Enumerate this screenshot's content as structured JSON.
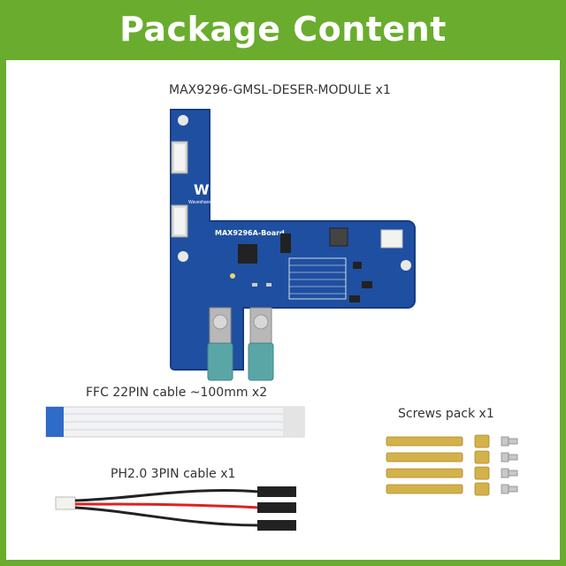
{
  "title": "Package Content",
  "colors": {
    "background": "#6aac2d",
    "panel": "#ffffff",
    "pcb": "#1f4fa0",
    "fakra": "#5aa6a6"
  },
  "items": [
    {
      "label": "MAX9296-GMSL-DESER-MODULE x1",
      "board_text": "MAX9296A-Board",
      "brand": "Waveshare"
    },
    {
      "label": "FFC 22PIN cable ~100mm x2"
    },
    {
      "label": "Screws pack x1"
    },
    {
      "label": "PH2.0 3PIN cable x1"
    }
  ]
}
